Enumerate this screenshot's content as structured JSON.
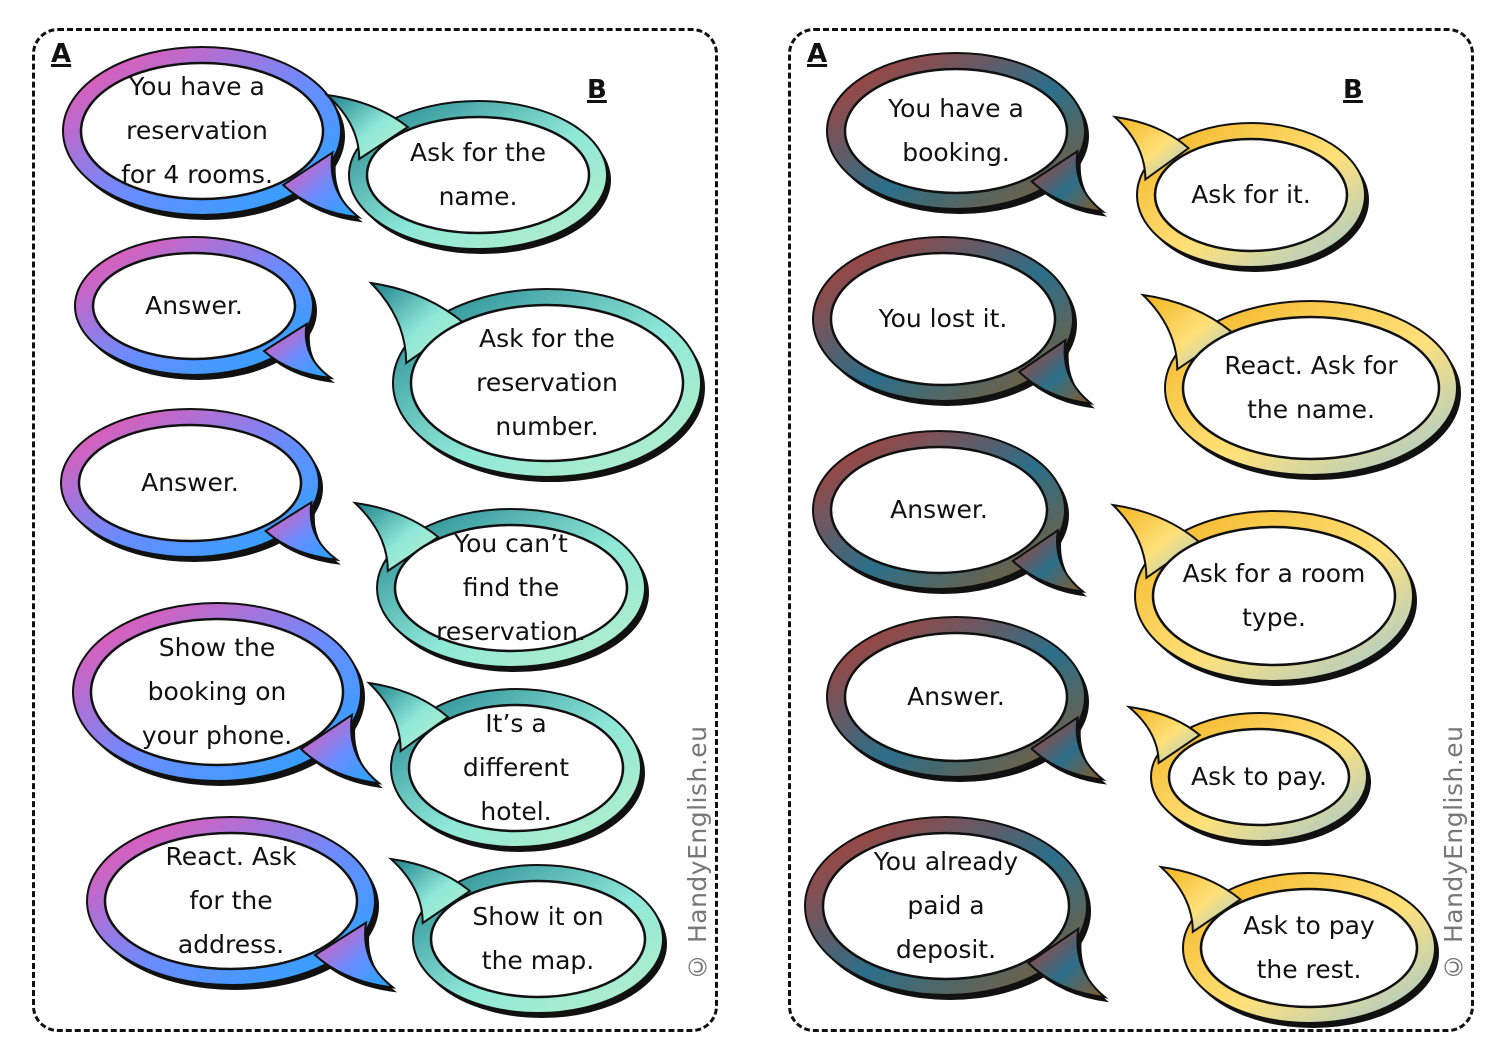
{
  "watermark": "© HandyEnglish.eu",
  "colors": {
    "set_a_left": [
      "#ff4fa3",
      "#6a8cff",
      "#1fa8ff"
    ],
    "set_b_left": [
      "#1a7f8a",
      "#8fe8d8",
      "#b9f0c8"
    ],
    "set_a_right": [
      "#c0392b",
      "#2b6f8a",
      "#8a5a2b"
    ],
    "set_b_right": [
      "#f2b21c",
      "#ffe17a",
      "#9cc8d8"
    ]
  },
  "cards": [
    {
      "label_a": "A",
      "label_b": "B",
      "a_bubbles": [
        {
          "lines": [
            "You have a",
            "reservation",
            "for 4 rooms."
          ]
        },
        {
          "lines": [
            "Answer."
          ]
        },
        {
          "lines": [
            "Answer."
          ]
        },
        {
          "lines": [
            "Show the",
            "booking on",
            "your phone."
          ]
        },
        {
          "lines": [
            "React. Ask",
            "for the",
            "address."
          ]
        }
      ],
      "b_bubbles": [
        {
          "lines": [
            "Ask for the",
            "name."
          ]
        },
        {
          "lines": [
            "Ask for the",
            "reservation",
            "number."
          ]
        },
        {
          "lines": [
            "You can’t",
            "find the",
            "reservation."
          ]
        },
        {
          "lines": [
            "It’s a",
            "different",
            "hotel."
          ]
        },
        {
          "lines": [
            "Show it on",
            "the map."
          ]
        }
      ]
    },
    {
      "label_a": "A",
      "label_b": "B",
      "a_bubbles": [
        {
          "lines": [
            "You have a",
            "booking."
          ]
        },
        {
          "lines": [
            "You lost it."
          ]
        },
        {
          "lines": [
            "Answer."
          ]
        },
        {
          "lines": [
            "Answer."
          ]
        },
        {
          "lines": [
            "You already",
            "paid a",
            "deposit."
          ]
        }
      ],
      "b_bubbles": [
        {
          "lines": [
            "Ask for it."
          ]
        },
        {
          "lines": [
            "React. Ask for",
            "the name."
          ]
        },
        {
          "lines": [
            "Ask for a room",
            "type."
          ]
        },
        {
          "lines": [
            "Ask to pay."
          ]
        },
        {
          "lines": [
            "Ask to pay",
            "the rest."
          ]
        }
      ]
    }
  ]
}
